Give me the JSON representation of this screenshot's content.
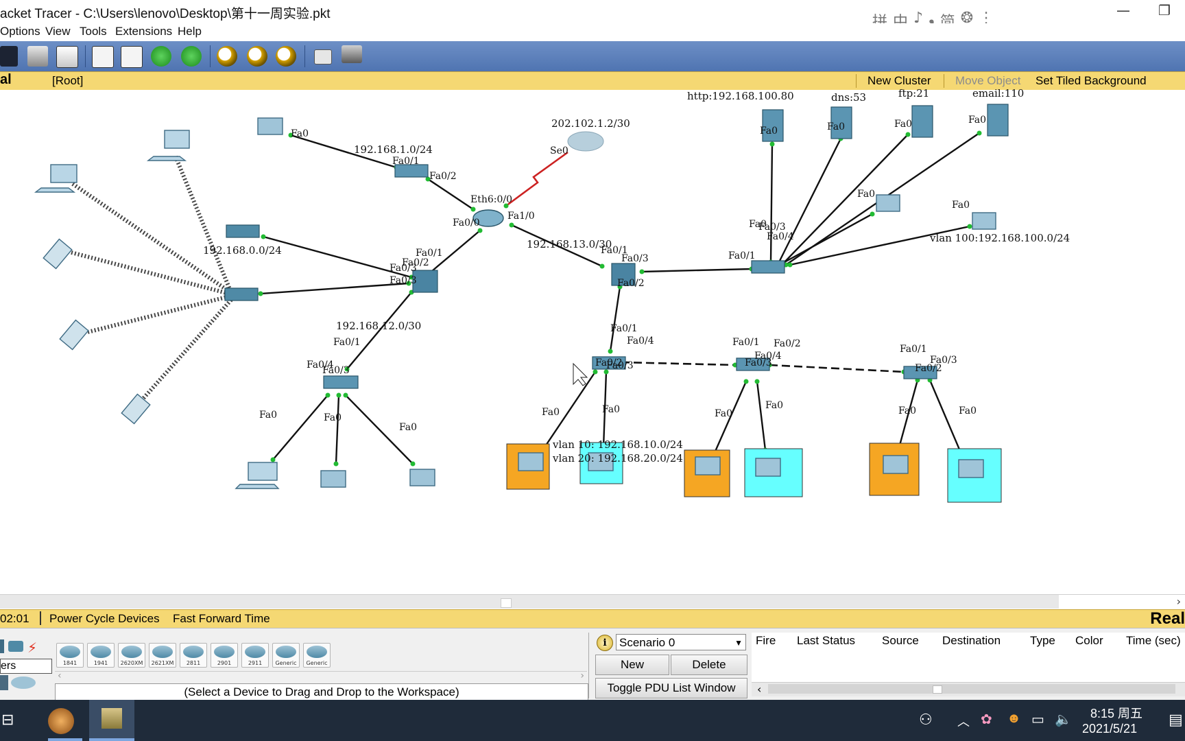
{
  "window": {
    "title": "acket Tracer - C:\\Users\\lenovo\\Desktop\\第十一周实验.pkt",
    "ime": [
      "拼",
      "中",
      "♪",
      "❟",
      "简",
      "❂",
      "⋮"
    ],
    "minimize": "—",
    "maximize": "❐"
  },
  "menu": [
    "Options",
    "View",
    "Tools",
    "Extensions",
    "Help"
  ],
  "logical_bar": {
    "mode": "al",
    "root": "[Root]",
    "new_cluster": "New Cluster",
    "move_object": "Move Object",
    "set_background": "Set Tiled Background"
  },
  "topology": {
    "labels": {
      "net_192_168_1": "192.168.1.0/24",
      "wan_ip": "202.102.1.2/30",
      "net_192_168_0": "192.168.0.0/24",
      "net_192_168_12": "192.168.12.0/30",
      "net_192_168_13": "192.168.13.0/30",
      "http": "http:192.168.100.80",
      "dns": "dns:53",
      "ftp": "ftp:21",
      "email": "email:110",
      "vlan100": "vlan 100:192.168.100.0/24",
      "vlan10": "vlan 10: 192.168.10.0/24",
      "vlan20": "vlan 20: 192.168.20.0/24"
    },
    "ports": [
      "Fa0",
      "Fa0/1",
      "Fa0/2",
      "Eth6:0/0",
      "Se0",
      "Fa0/0",
      "Fa1/0",
      "Fa0/1",
      "Fa0/2",
      "Fa0/3",
      "Fa0/1",
      "Fa0/3",
      "Fa0/4",
      "Fa0/2",
      "Fa0/1",
      "Fa0/3",
      "Fa0/2",
      "Fa0/1",
      "Fa0/4",
      "Fa0/2",
      "Fa0/3",
      "Fa0/1",
      "Fa0/2",
      "Fa0/3",
      "Fa0/4",
      "Fa0/1",
      "Fa0/2",
      "Fa0/3",
      "Fa0",
      "Fa0",
      "Fa0",
      "Fa0",
      "Fa0",
      "Fa0",
      "Fa0",
      "Fa0",
      "Fa0",
      "Fa0",
      "Fa0",
      "Fa0",
      "Fa0",
      "Fa0",
      "Fa0",
      "Fa0",
      "Fa0/3",
      "Fa0/4"
    ]
  },
  "realtime_bar": {
    "time": "02:01",
    "power_cycle": "Power Cycle Devices",
    "fast_forward": "Fast Forward Time",
    "mode": "Real"
  },
  "device_panel": {
    "category": "ers",
    "models": [
      "1841",
      "1941",
      "2620XM",
      "2621XM",
      "2811",
      "2901",
      "2911",
      "Generic",
      "Generic"
    ],
    "hint": "(Select a Device to Drag and Drop to the Workspace)"
  },
  "scenario_panel": {
    "scenario": "Scenario 0",
    "new": "New",
    "delete": "Delete",
    "toggle": "Toggle PDU List Window"
  },
  "pdu_columns": [
    "Fire",
    "Last Status",
    "Source",
    "Destination",
    "Type",
    "Color",
    "Time (sec)"
  ],
  "taskbar": {
    "time": "8:15 周五",
    "date": "2021/5/21"
  },
  "colors": {
    "toolbar": "#5a7fbd",
    "yellow_bar": "#f5d873",
    "orange_pc": "#f5a623",
    "cyan_pc": "#66ffff",
    "serial_link": "#cc2222",
    "port_dot": "#22bb33"
  }
}
